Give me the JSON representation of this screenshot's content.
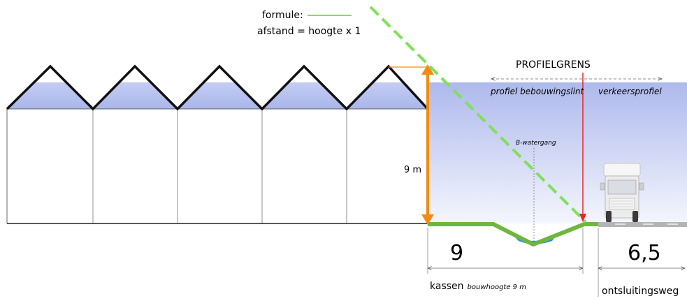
{
  "formula": {
    "title": "formule:",
    "rule": "afstand = hoogte x 1"
  },
  "profielgrens": "PROFIELGRENS",
  "zones": {
    "left": "profiel bebouwingslint",
    "right": "verkeersprofiel"
  },
  "watergang": "B-watergang",
  "height_label": "9 m",
  "dimensions": {
    "left_value": "9",
    "right_value": "6,5"
  },
  "captions": {
    "kassen": "kassen",
    "kassen_sub": "bouwhoogte  9 m",
    "road": "ontsluitingsweg"
  },
  "colors": {
    "sky_top": "#f4f6fd",
    "sky_bottom": "#aeb9ec",
    "ground_green": "#6fb63f",
    "dashed_green": "#7fe05a",
    "orange": "#f08c16",
    "red": "#e8262b",
    "water": "#2e8fe0",
    "road": "#b4b4b4"
  }
}
